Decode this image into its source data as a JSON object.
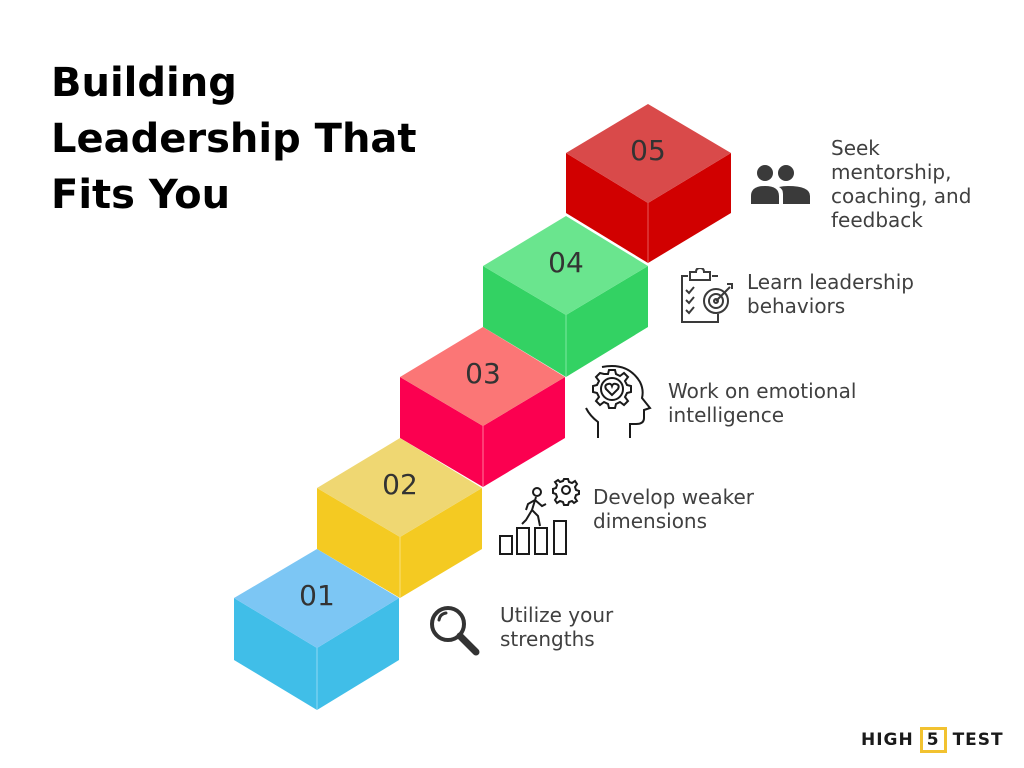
{
  "title": {
    "lines": [
      "Building",
      "Leadership That",
      "Fits You"
    ]
  },
  "steps": [
    {
      "number": "01",
      "label_lines": [
        "Utilize your",
        "strengths"
      ],
      "icon": "magnifier-icon",
      "colors": {
        "top": "#7cc6f4",
        "left": "#40bee8",
        "right": "#40bee8"
      }
    },
    {
      "number": "02",
      "label_lines": [
        "Develop weaker",
        "dimensions"
      ],
      "icon": "climbing-steps-gear-icon",
      "colors": {
        "top": "#efd772",
        "left": "#f4ca22",
        "right": "#f4ca22"
      }
    },
    {
      "number": "03",
      "label_lines": [
        "Work on emotional",
        "intelligence"
      ],
      "icon": "head-gear-heart-icon",
      "colors": {
        "top": "#fb7676",
        "left": "#fb0050",
        "right": "#fb0050"
      }
    },
    {
      "number": "04",
      "label_lines": [
        "Learn leadership",
        "behaviors"
      ],
      "icon": "clipboard-target-icon",
      "colors": {
        "top": "#6ae58e",
        "left": "#33d263",
        "right": "#33d263"
      }
    },
    {
      "number": "05",
      "label_lines": [
        "Seek",
        "mentorship,",
        "coaching, and",
        "feedback"
      ],
      "icon": "people-icon",
      "colors": {
        "top": "#d94a4a",
        "left": "#d10000",
        "right": "#d10000"
      }
    }
  ],
  "logo": {
    "left": "HIGH",
    "mid": "5",
    "right": "TEST",
    "accent": "#f2c230"
  }
}
